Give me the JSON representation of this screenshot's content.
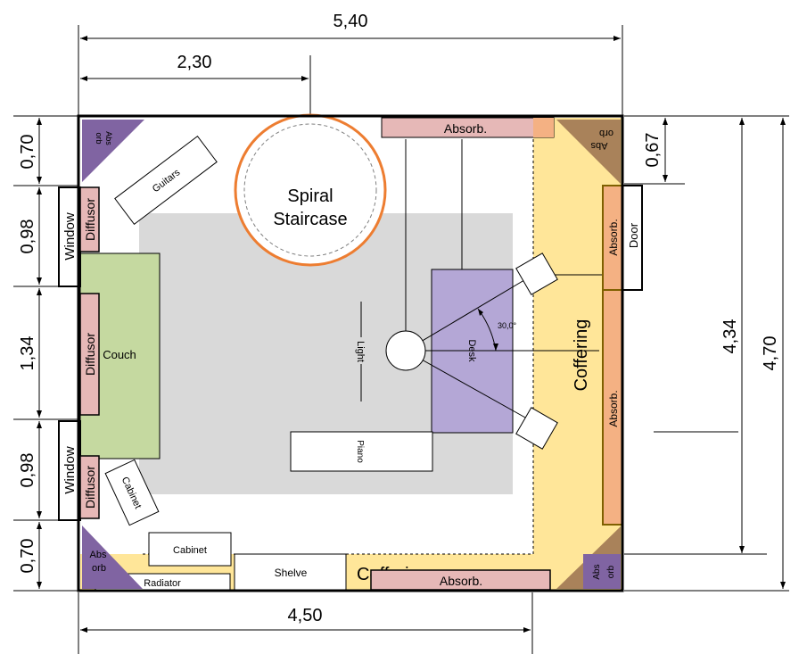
{
  "dimensions": {
    "total_width": "5,40",
    "partial_width": "2,30",
    "bottom_width": "4,50",
    "left_segments": [
      "0,70",
      "0,98",
      "1,34",
      "0,98",
      "0,70"
    ],
    "door_offset": "0,67",
    "right_inner": "4,34",
    "right_total": "4,70"
  },
  "labels": {
    "staircase_1": "Spiral",
    "staircase_2": "Staircase",
    "absorb_top": "Absorb.",
    "absorb_bottom": "Absorb.",
    "absorb_right_top": "Absorb.",
    "absorb_right_main": "Absorb.",
    "door": "Door",
    "window_top": "Window",
    "window_bottom": "Window",
    "diffusor_1": "Diffusor",
    "diffusor_2": "Diffusor",
    "diffusor_3": "Diffusor",
    "couch": "Couch",
    "guitars": "Guitars",
    "light": "Light",
    "desk": "Desk",
    "angle": "30,0°",
    "piano": "Piano",
    "coffering_right": "Coffering",
    "coffering_bottom": "Coffering",
    "cabinet_rotated": "Cabinet",
    "cabinet_bottom": "Cabinet",
    "shelve": "Shelve",
    "radiator": "Radiator",
    "corner_absorb_a": "Abs",
    "corner_absorb_b": "orb"
  },
  "colors": {
    "room_floor": "#d9d9d9",
    "coffering": "#ffe699",
    "absorber": "#e6b8b7",
    "absorber_orange": "#f4b183",
    "absorber_border": "#7f6000",
    "corner_purple": "#8064a2",
    "corner_brown": "#a9825a",
    "desk": "#b4a7d6",
    "couch": "#c5d9a0",
    "staircase": "#ed7d31"
  }
}
